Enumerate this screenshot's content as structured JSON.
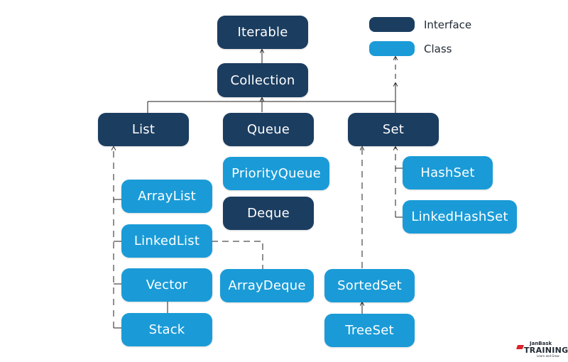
{
  "colors": {
    "interface": "#1b3d60",
    "class": "#1a9bd7",
    "line": "#1f1f1f"
  },
  "legend": {
    "interface_label": "Interface",
    "class_label": "Class"
  },
  "nodes": {
    "iterable": "Iterable",
    "collection": "Collection",
    "list": "List",
    "queue": "Queue",
    "set": "Set",
    "priority_queue": "PriorityQueue",
    "deque": "Deque",
    "array_list": "ArrayList",
    "linked_list": "LinkedList",
    "vector": "Vector",
    "stack": "Stack",
    "array_deque": "ArrayDeque",
    "sorted_set": "SortedSet",
    "tree_set": "TreeSet",
    "hash_set": "HashSet",
    "linked_hash_set": "LinkedHashSet"
  },
  "brand": {
    "top": "JanBask",
    "main": "TRAINING",
    "tagline": "Learn and Grow"
  }
}
